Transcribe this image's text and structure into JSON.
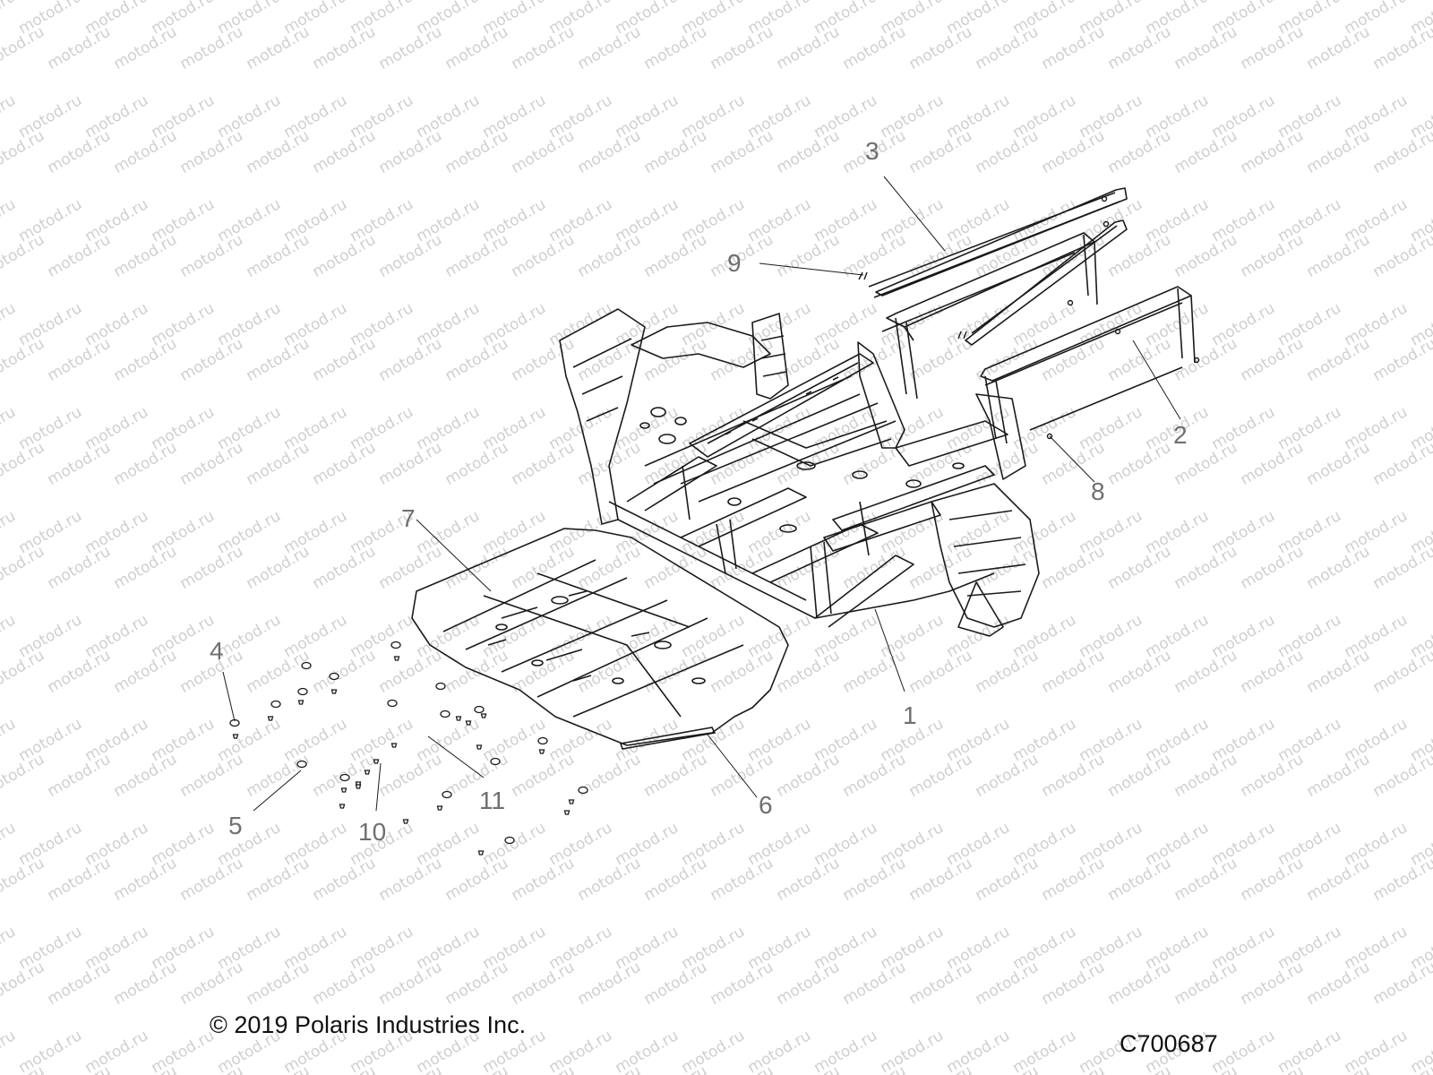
{
  "watermark_text": "motod.ru",
  "callouts": {
    "c1": "1",
    "c2": "2",
    "c3": "3",
    "c4": "4",
    "c5": "5",
    "c6": "6",
    "c7": "7",
    "c8": "8",
    "c9": "9",
    "c10": "10",
    "c11": "11"
  },
  "footer": {
    "copyright": "© 2019 Polaris Industries Inc.",
    "drawing_number": "C700687"
  },
  "colors": {
    "line": "#1a1a1a",
    "callout_text": "#6f6f6f",
    "watermark": "#cfcfcf"
  }
}
